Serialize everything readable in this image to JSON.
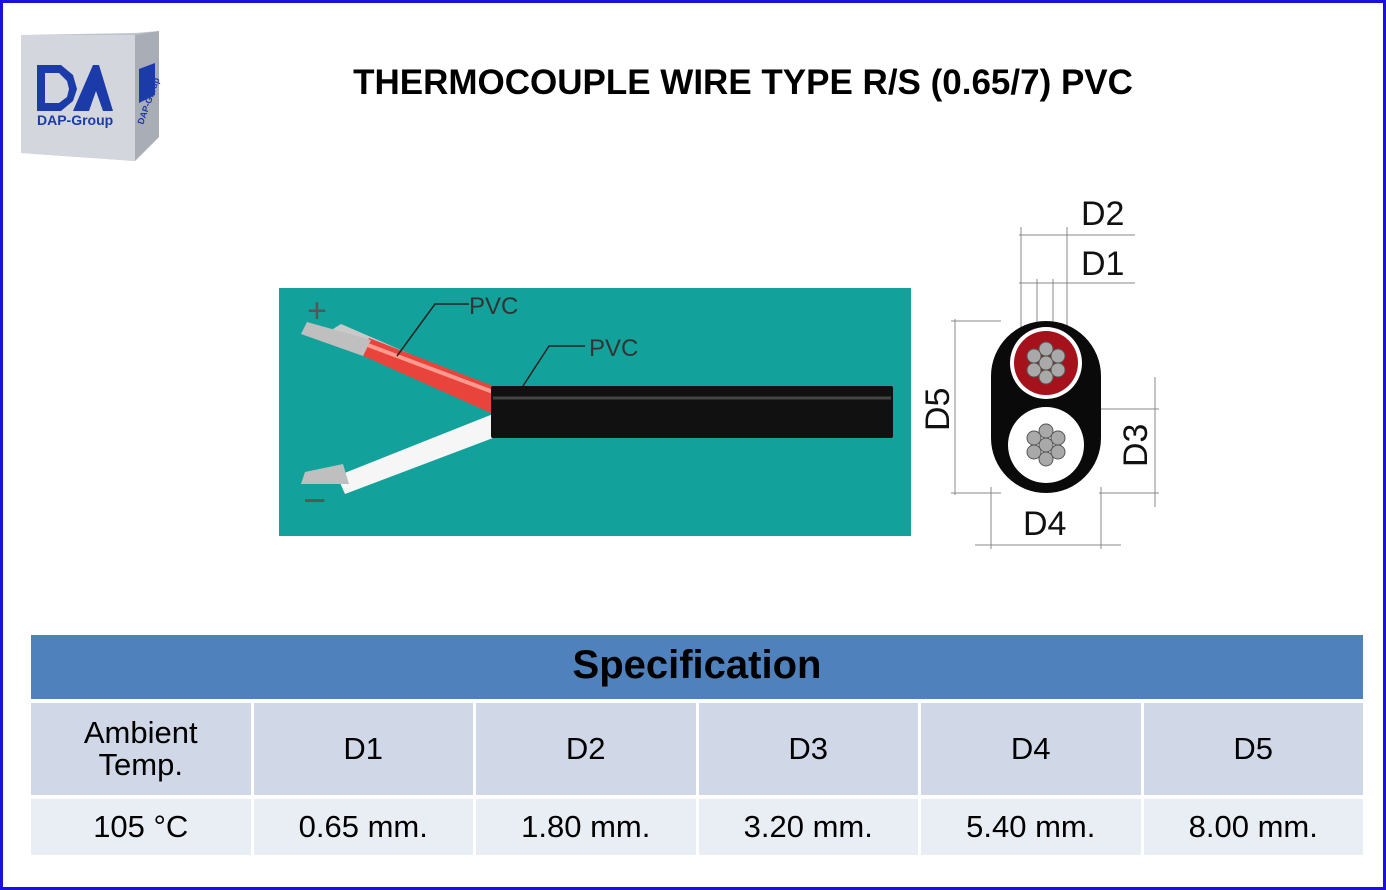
{
  "logo": {
    "text": "DAP-Group",
    "side_text": "DAP-Group",
    "colors": {
      "brand": "#1a3ba8",
      "box": "#c9ccd3"
    }
  },
  "title": "THERMOCOUPLE WIRE TYPE R/S (0.65/7) PVC",
  "cable_diagram": {
    "plus_sign": "+",
    "minus_sign": "−",
    "label_inner": "PVC",
    "label_outer": "PVC",
    "colors": {
      "background": "#12a29b",
      "positive": "#e8443b",
      "negative": "#ffffff",
      "jacket": "#111111"
    }
  },
  "cross_section": {
    "labels": {
      "d1": "D1",
      "d2": "D2",
      "d3": "D3",
      "d4": "D4",
      "d5": "D5"
    },
    "colors": {
      "jacket": "#0a0a0a",
      "positive": "#a5121c",
      "negative": "#ffffff",
      "strand": "#a9a9a9"
    }
  },
  "specification": {
    "title": "Specification",
    "headers": [
      {
        "line1": "Ambient",
        "line2": "Temp."
      },
      {
        "line1": "D1",
        "line2": ""
      },
      {
        "line1": "D2",
        "line2": ""
      },
      {
        "line1": "D3",
        "line2": ""
      },
      {
        "line1": "D4",
        "line2": ""
      },
      {
        "line1": "D5",
        "line2": ""
      }
    ],
    "values": [
      "105 °C",
      "0.65 mm.",
      "1.80 mm.",
      "3.20 mm.",
      "5.40 mm.",
      "8.00 mm."
    ],
    "colors": {
      "header_bar": "#4f81bd",
      "header_row": "#d0d8e8",
      "value_row": "#e9edf4"
    }
  }
}
